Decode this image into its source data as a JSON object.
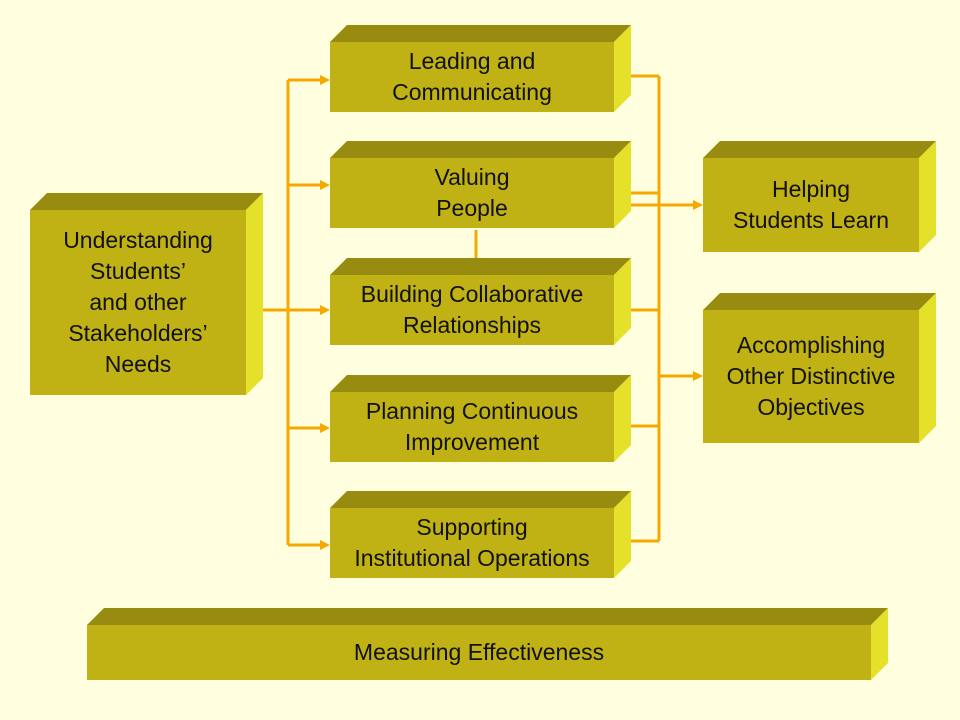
{
  "colors": {
    "background": "#ffffe0",
    "box_front": "#c0b214",
    "box_top": "#978c10",
    "box_side": "#e5e02a",
    "connector": "#f5a800",
    "text": "#111111"
  },
  "boxes": {
    "understanding": {
      "lines": [
        "Understanding",
        "Students’",
        "and other",
        "Stakeholders’",
        "Needs"
      ]
    },
    "leading": {
      "lines": [
        "Leading and",
        "Communicating"
      ]
    },
    "valuing": {
      "lines": [
        "Valuing",
        "People"
      ]
    },
    "building": {
      "lines": [
        "Building Collaborative",
        "Relationships"
      ]
    },
    "planning": {
      "lines": [
        "Planning Continuous",
        "Improvement"
      ]
    },
    "supporting": {
      "lines": [
        "Supporting",
        "Institutional Operations"
      ]
    },
    "helping": {
      "lines": [
        "Helping",
        "Students Learn"
      ]
    },
    "accomplishing": {
      "lines": [
        "Accomplishing",
        "Other Distinctive",
        "Objectives"
      ]
    },
    "measuring": {
      "lines": [
        "Measuring Effectiveness"
      ]
    }
  }
}
